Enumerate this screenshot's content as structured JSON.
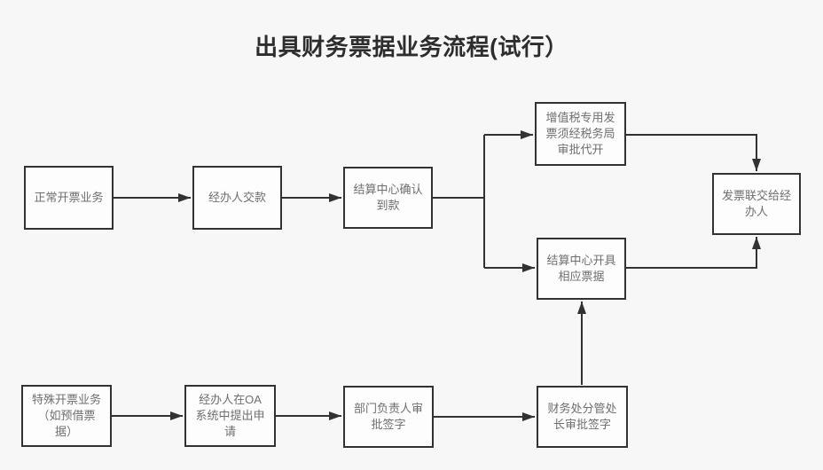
{
  "title": "出具财务票据业务流程(试行）",
  "colors": {
    "background": "#f7f7f7",
    "node_fill": "#fdfdfd",
    "node_border": "#323232",
    "node_text": "#6e6e6e",
    "title_text": "#2d2d2d",
    "connector": "#323232"
  },
  "nodes": [
    {
      "id": "normal-invoice-business",
      "label": "正常开票业务"
    },
    {
      "id": "handler-pays",
      "label": "经办人交款"
    },
    {
      "id": "settlement-center-confirm",
      "label": "结算中心确认\n到款"
    },
    {
      "id": "vat-special-invoice",
      "label": "增值税专用发\n票须经税务局\n审批代开"
    },
    {
      "id": "settlement-center-issue",
      "label": "结算中心开具\n相应票据"
    },
    {
      "id": "invoice-copy-to-handler",
      "label": "发票联交给经\n办人"
    },
    {
      "id": "special-invoice-business",
      "label": "特殊开票业务\n（如预借票\n据）"
    },
    {
      "id": "oa-application",
      "label": "经办人在OA\n系统中提出申\n请"
    },
    {
      "id": "dept-head-approval",
      "label": "部门负责人审\n批签字"
    },
    {
      "id": "finance-deputy-approval",
      "label": "财务处分管处\n长审批签字"
    }
  ],
  "edges": [
    {
      "from": "normal-invoice-business",
      "to": "handler-pays"
    },
    {
      "from": "handler-pays",
      "to": "settlement-center-confirm"
    },
    {
      "from": "settlement-center-confirm",
      "to": "vat-special-invoice"
    },
    {
      "from": "settlement-center-confirm",
      "to": "settlement-center-issue"
    },
    {
      "from": "vat-special-invoice",
      "to": "invoice-copy-to-handler"
    },
    {
      "from": "settlement-center-issue",
      "to": "invoice-copy-to-handler"
    },
    {
      "from": "special-invoice-business",
      "to": "oa-application"
    },
    {
      "from": "oa-application",
      "to": "dept-head-approval"
    },
    {
      "from": "dept-head-approval",
      "to": "finance-deputy-approval"
    },
    {
      "from": "finance-deputy-approval",
      "to": "settlement-center-issue"
    }
  ]
}
